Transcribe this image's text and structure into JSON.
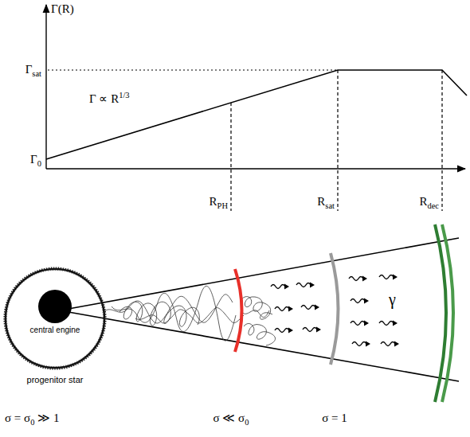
{
  "diagram": {
    "nodes": [
      {
        "text": [
          "progenitor star"
        ]
      },
      {
        "text": [
          "central engine"
        ],
        "in": 0
      }
    ],
    "labels": [
      "Γ(R)",
      "Γsat",
      "Γ0",
      "Γ ∝ R1/3",
      "RPH",
      "Rsat",
      "Rdec",
      "γ",
      "σ = σ0 ≫ 1",
      "σ ≪ σ0",
      "σ = 1"
    ]
  }
}
